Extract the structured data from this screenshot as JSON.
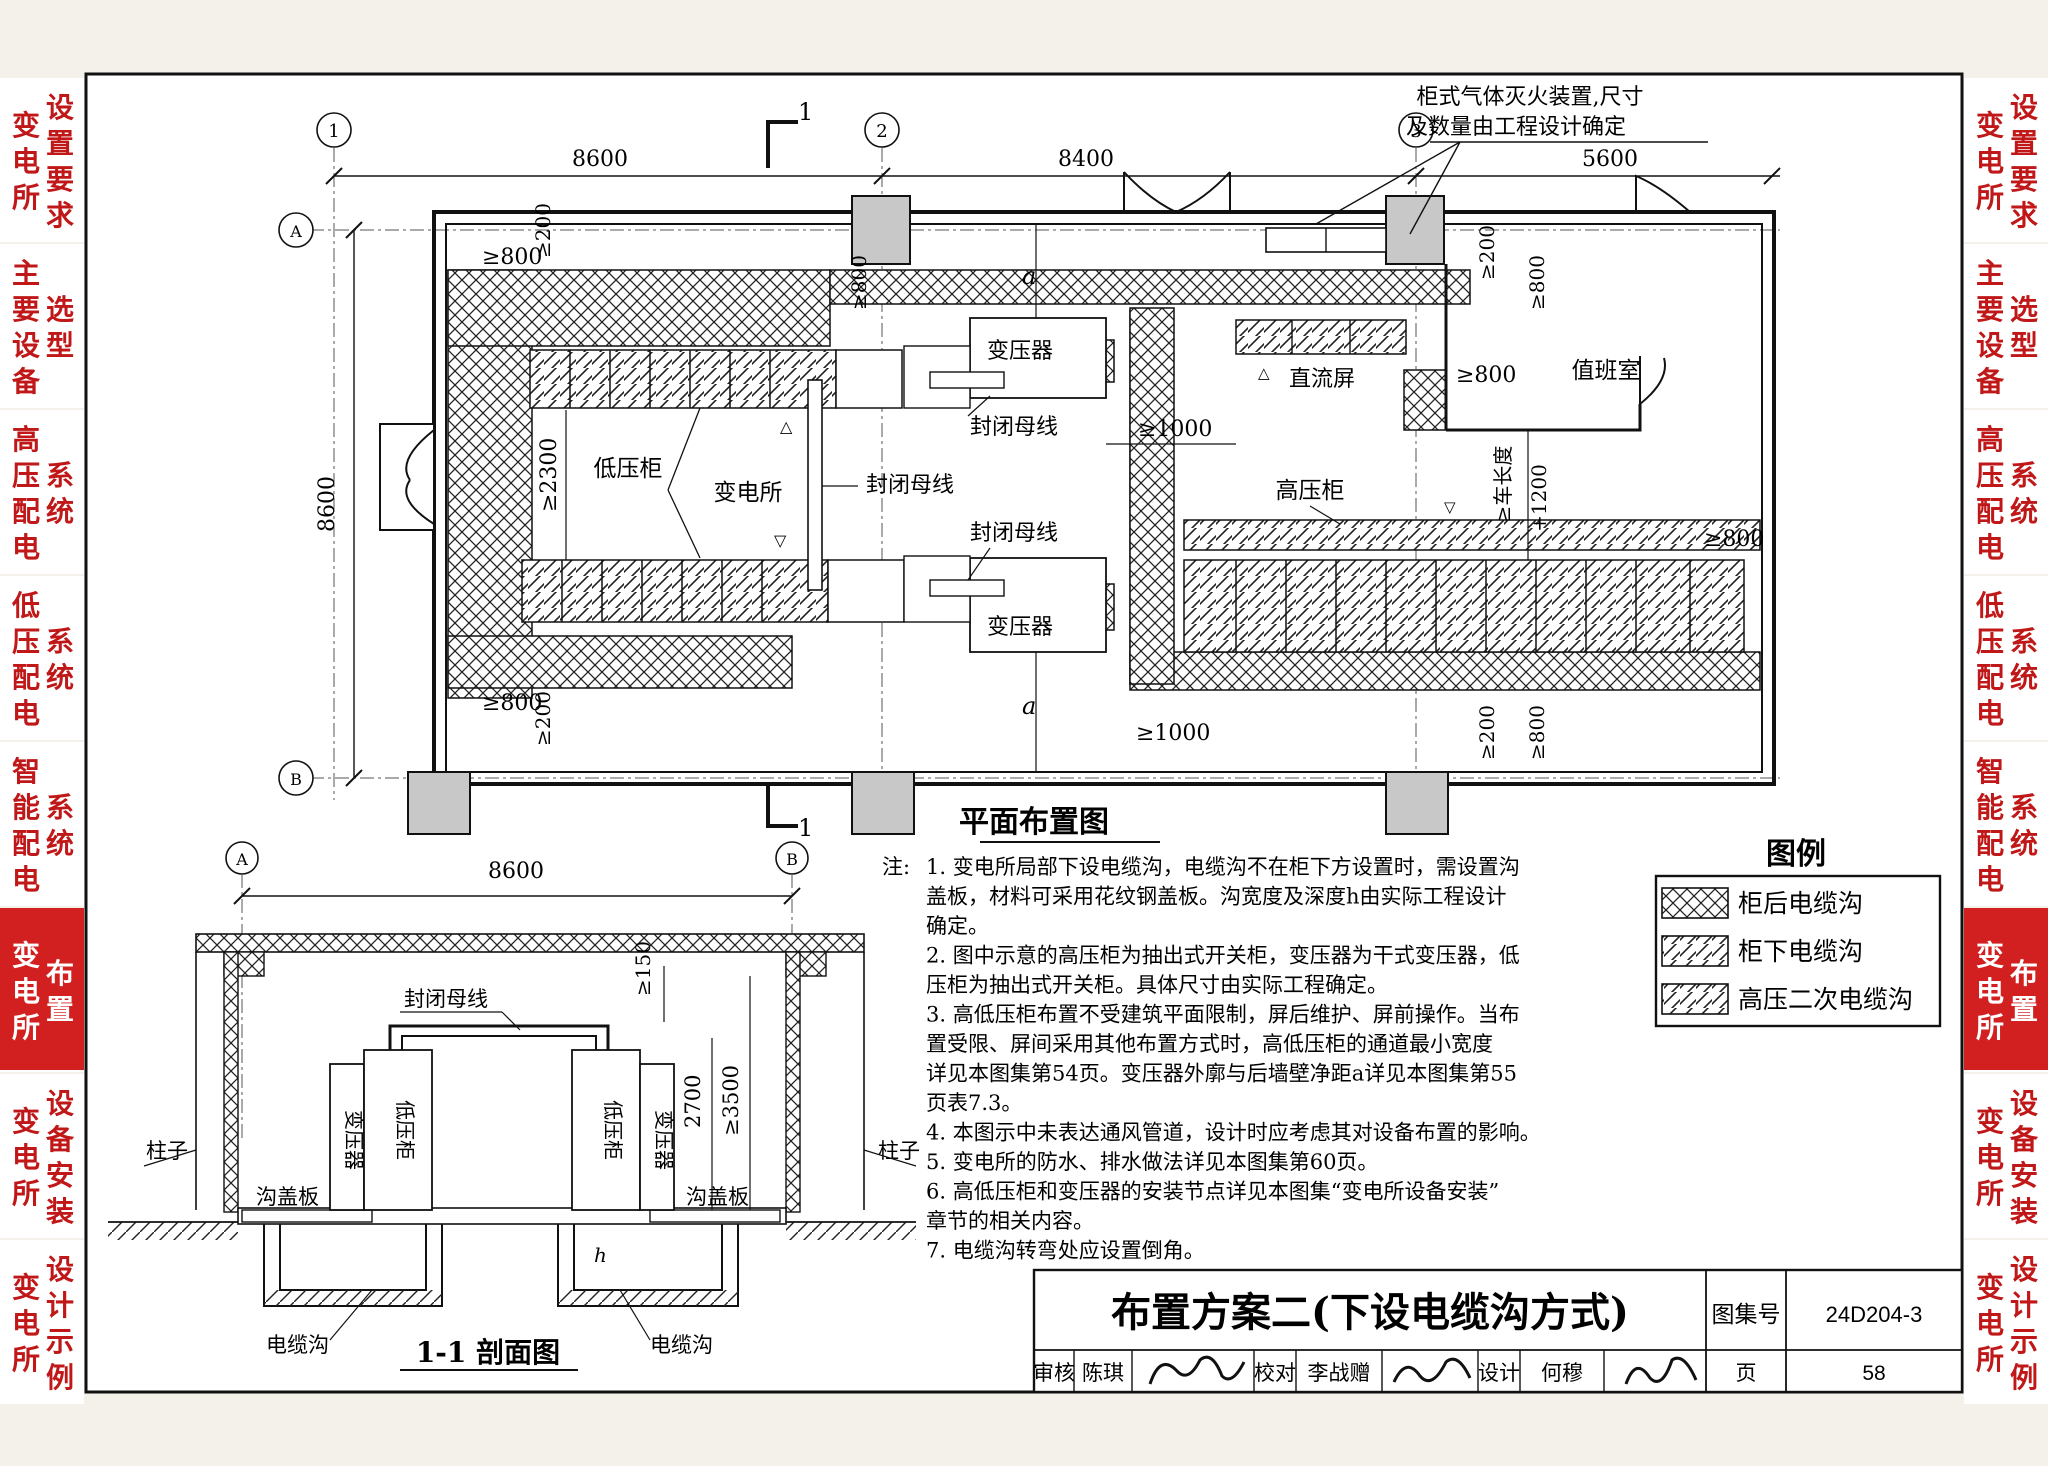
{
  "tabs": [
    {
      "col1": "变电所",
      "col2": "设置要求",
      "active": false
    },
    {
      "col1": "主要设备",
      "col2": "选型",
      "active": false
    },
    {
      "col1": "高压配电",
      "col2": "系统",
      "active": false
    },
    {
      "col1": "低压配电",
      "col2": "系统",
      "active": false
    },
    {
      "col1": "智能配电",
      "col2": "系统",
      "active": false
    },
    {
      "col1": "变电所",
      "col2": "布置",
      "active": true
    },
    {
      "col1": "变电所",
      "col2": "设备安装",
      "active": false
    },
    {
      "col1": "变电所",
      "col2": "设计示例",
      "active": false
    }
  ],
  "colors": {
    "tab_bg": "#e83b3b",
    "tab_text": "#c01818",
    "tab_active_bg": "#d21f1f",
    "tab_active_text": "#ffffff"
  },
  "plan": {
    "title": "平面布置图",
    "axes": {
      "col1": "1",
      "col2": "2",
      "col3": "3",
      "rowA": "A",
      "rowB": "B"
    },
    "dims": {
      "span1": "8600",
      "span2": "8400",
      "span3": "5600",
      "depth": "8600"
    },
    "section_mark": "1",
    "labels": {
      "fire": "柜式气体灭火装置,尺寸",
      "fire2": "及数量由工程设计确定",
      "transformer_top": "变压器",
      "transformer_bottom": "变压器",
      "busway_top": "封闭母线",
      "busway_mid": "封闭母线",
      "busway_bottom": "封闭母线",
      "lv_cabinet": "低压柜",
      "substation": "变电所",
      "dc_panel": "直流屏",
      "duty_room": "值班室",
      "hv_cabinet": "高压柜",
      "car_length": "≥车长度",
      "car_1200": "+1200"
    },
    "clearances": {
      "c800": "≥800",
      "c200": "≥200",
      "c2300": "≥2300",
      "c1000": "≥1000",
      "a": "a"
    }
  },
  "section": {
    "title": "1-1  剖面图",
    "span": "8600",
    "axisA": "A",
    "axisB": "B",
    "labels": {
      "busway": "封闭母线",
      "transformer": "变压器",
      "lv": "低压柜",
      "column": "柱子",
      "cover": "沟盖板",
      "trench": "电缆沟",
      "h": "h"
    },
    "dims": {
      "d150": "≥150",
      "d2700": "2700",
      "d3500": "≥3500"
    }
  },
  "notes": {
    "prefix": "注:",
    "items": [
      "1.  变电所局部下设电缆沟，电缆沟不在柜下方设置时，需设置沟",
      "     盖板，材料可采用花纹钢盖板。沟宽度及深度h由实际工程设计",
      "     确定。",
      "2.  图中示意的高压柜为抽出式开关柜，变压器为干式变压器，低",
      "     压柜为抽出式开关柜。具体尺寸由实际工程确定。",
      "3.  高低压柜布置不受建筑平面限制，屏后维护、屏前操作。当布",
      "     置受限、屏间采用其他布置方式时，高低压柜的通道最小宽度",
      "     详见本图集第54页。变压器外廓与后墙壁净距a详见本图集第55",
      "     页表7.3。",
      "4.  本图示中未表达通风管道，设计时应考虑其对设备布置的影响。",
      "5.  变电所的防水、排水做法详见本图集第60页。",
      "6.  高低压柜和变压器的安装节点详见本图集“变电所设备安装”",
      "     章节的相关内容。",
      "7.  电缆沟转弯处应设置倒角。"
    ]
  },
  "legend": {
    "title": "图例",
    "items": [
      "柜后电缆沟",
      "柜下电缆沟",
      "高压二次电缆沟"
    ]
  },
  "titleblock": {
    "title": "布置方案二(下设电缆沟方式)",
    "atlas_label": "图集号",
    "atlas_no": "24D204-3",
    "review": "审核",
    "reviewer": "陈琪",
    "check": "校对",
    "checker": "李战赠",
    "design": "设计",
    "designer": "何穆",
    "page_label": "页",
    "page_no": "58"
  }
}
